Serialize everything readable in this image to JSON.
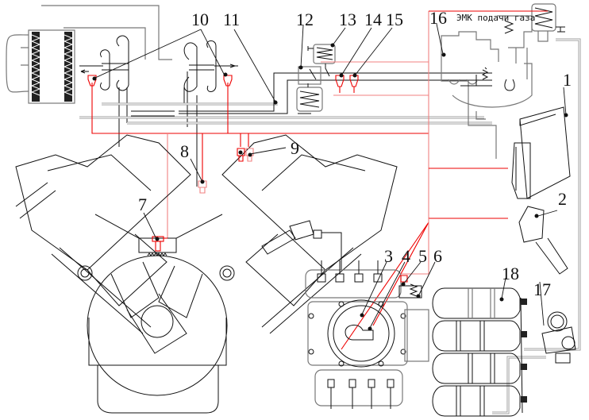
{
  "diagram": {
    "subject": "Gas engine fuel supply system schematic",
    "caption_label": "ЭМК подачи газа",
    "colors": {
      "line": "#111111",
      "gas_pipe": "#999999",
      "electrical": "#e00000",
      "electrical_light": "#f08080"
    },
    "callouts": [
      {
        "id": "1",
        "label": "1",
        "component": "ecu-control-unit"
      },
      {
        "id": "2",
        "label": "2",
        "component": "accelerator-pedal-sensor"
      },
      {
        "id": "3",
        "label": "3",
        "component": "gas-mixer"
      },
      {
        "id": "4",
        "label": "4",
        "component": "throttle-position-sensor"
      },
      {
        "id": "5",
        "label": "5",
        "component": "sensor"
      },
      {
        "id": "6",
        "label": "6",
        "component": "throttle-actuator"
      },
      {
        "id": "7",
        "label": "7",
        "component": "crankshaft-sensor"
      },
      {
        "id": "8",
        "label": "8",
        "component": "sensor"
      },
      {
        "id": "9",
        "label": "9",
        "component": "sensors-pair"
      },
      {
        "id": "10",
        "label": "10",
        "component": "turbocharger-sensor"
      },
      {
        "id": "11",
        "label": "11",
        "component": "pipe"
      },
      {
        "id": "12",
        "label": "12",
        "component": "pressure-regulator"
      },
      {
        "id": "13",
        "label": "13",
        "component": "solenoid-valve"
      },
      {
        "id": "14",
        "label": "14",
        "component": "pressure-sensor"
      },
      {
        "id": "15",
        "label": "15",
        "component": "temperature-sensor"
      },
      {
        "id": "16",
        "label": "16",
        "component": "gas-reducer"
      },
      {
        "id": "17",
        "label": "17",
        "component": "high-pressure-reducer"
      },
      {
        "id": "18",
        "label": "18",
        "component": "gas-cylinders"
      }
    ]
  }
}
